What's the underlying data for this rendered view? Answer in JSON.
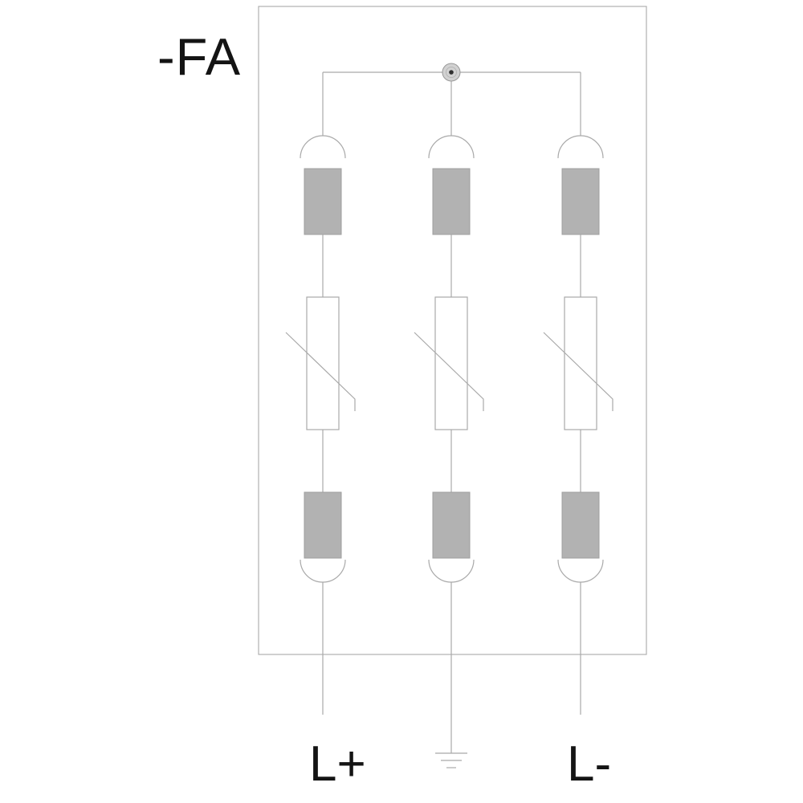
{
  "colors": {
    "background": "#ffffff",
    "line": "#a9a9a9",
    "block_fill": "#b2b2b2",
    "block_stroke": "#9f9f9f",
    "component_fill": "#ffffff",
    "text": "#141414",
    "node_fill": "#d2d2d2",
    "node_ring": "#989898",
    "node_dot": "#303030"
  },
  "schematic": {
    "device_label": "-FA",
    "terminal_labels": {
      "left": "L+",
      "right": "L-"
    },
    "icons": {
      "center_terminal": "earth-ground-icon",
      "top_node": "terminal-node-icon",
      "branch_component": "varistor-icon",
      "branch_connector": "plug-contact-icon"
    },
    "branch_count": 3
  }
}
